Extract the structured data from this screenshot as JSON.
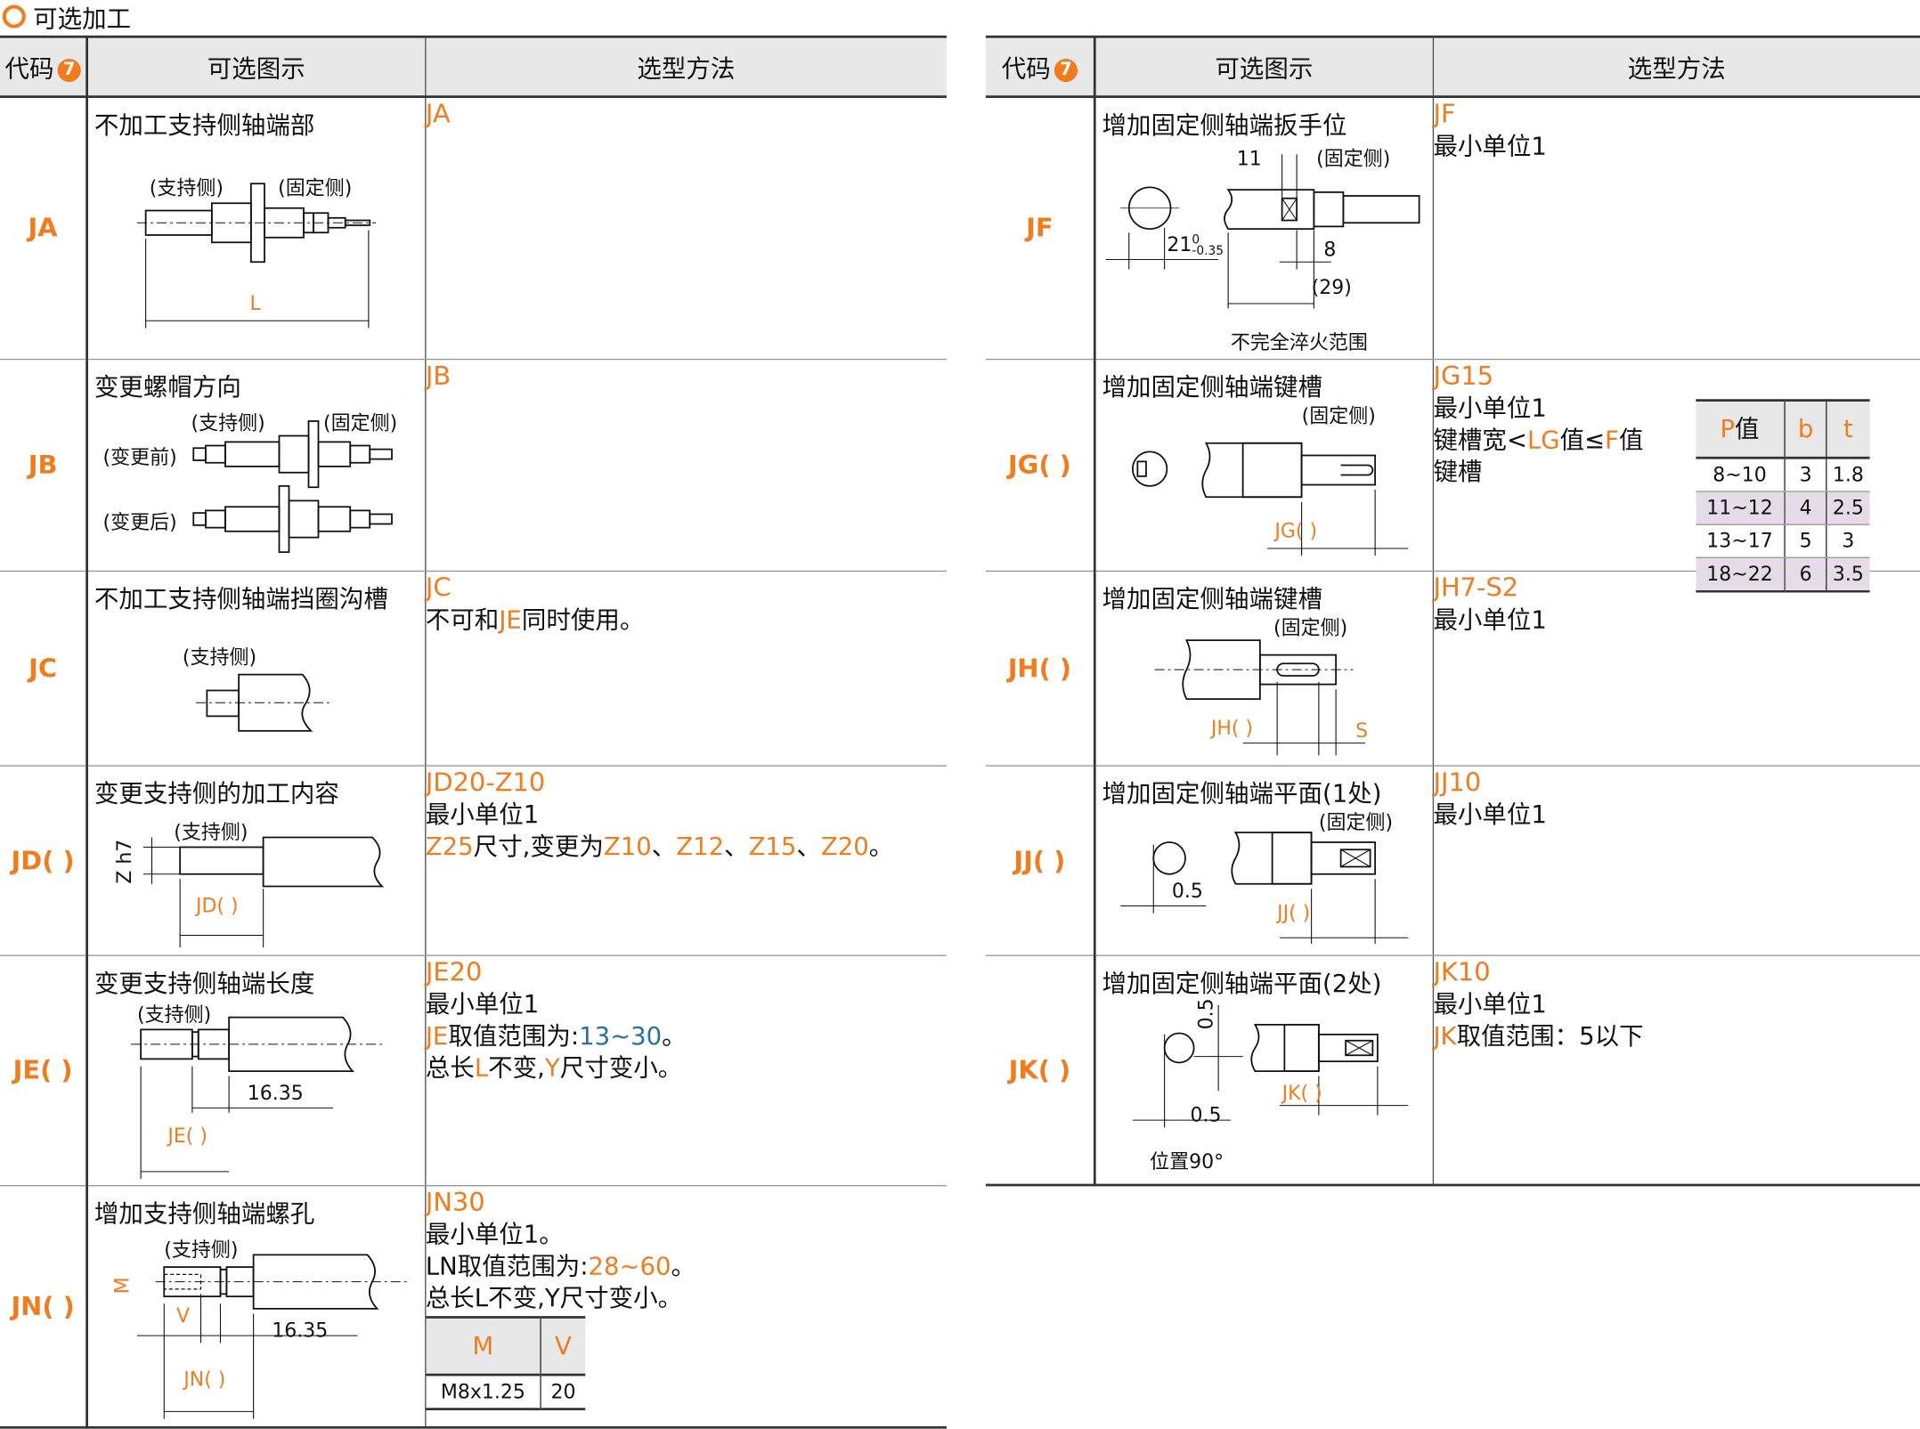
{
  "section_title": "可选加工",
  "header": {
    "code": "代码",
    "code_badge": "7",
    "figure": "可选图示",
    "method": "选型方法"
  },
  "colors": {
    "accent": "#f07c1e",
    "blue": "#2a6fa8",
    "row_alt": "#e5dbe9"
  },
  "left": [
    {
      "code": "JA",
      "title": "不加工支持侧轴端部",
      "labels": [
        "(支持侧)",
        "(固定侧)",
        "L"
      ],
      "method": [
        [
          {
            "t": "JA",
            "o": 1
          }
        ]
      ]
    },
    {
      "code": "JB",
      "title": "变更螺帽方向",
      "labels": [
        "(支持侧)",
        "(固定侧)",
        "(变更前)",
        "(变更后)"
      ],
      "method": [
        [
          {
            "t": "JB",
            "o": 1
          }
        ]
      ]
    },
    {
      "code": "JC",
      "title": "不加工支持侧轴端挡圈沟槽",
      "labels": [
        "(支持侧)"
      ],
      "method": [
        [
          {
            "t": "JC",
            "o": 1
          }
        ],
        [
          {
            "t": "不可和"
          },
          {
            "t": "JE",
            "o": 1
          },
          {
            "t": "同时使用。"
          }
        ]
      ]
    },
    {
      "code": "JD( )",
      "title": "变更支持侧的加工内容",
      "labels": [
        "(支持侧)",
        "Z h7",
        "JD( )"
      ],
      "method": [
        [
          {
            "t": "JD20-Z10",
            "o": 1
          }
        ],
        [
          {
            "t": "最小单位1"
          }
        ],
        [
          {
            "t": "Z25",
            "o": 1
          },
          {
            "t": "尺寸,变更为"
          },
          {
            "t": "Z10",
            "o": 1
          },
          {
            "t": "、"
          },
          {
            "t": "Z12",
            "o": 1
          },
          {
            "t": "、"
          },
          {
            "t": "Z15",
            "o": 1
          },
          {
            "t": "、"
          },
          {
            "t": "Z20",
            "o": 1
          },
          {
            "t": "。"
          }
        ]
      ]
    },
    {
      "code": "JE( )",
      "title": "变更支持侧轴端长度",
      "labels": [
        "(支持侧)",
        "16.35",
        "JE( )"
      ],
      "method": [
        [
          {
            "t": "JE20",
            "o": 1
          }
        ],
        [
          {
            "t": "最小单位1"
          }
        ],
        [
          {
            "t": "JE",
            "o": 1
          },
          {
            "t": "取值范围为:"
          },
          {
            "t": "13~30",
            "b": 1
          },
          {
            "t": "。"
          }
        ],
        [
          {
            "t": "总长"
          },
          {
            "t": "L",
            "o": 1
          },
          {
            "t": "不变,"
          },
          {
            "t": "Y",
            "o": 1
          },
          {
            "t": "尺寸变小。"
          }
        ]
      ]
    },
    {
      "code": "JN( )",
      "title": "增加支持侧轴端螺孔",
      "labels": [
        "(支持侧)",
        "M",
        "V",
        "16.35",
        "JN( )"
      ],
      "method": [
        [
          {
            "t": "JN30",
            "o": 1
          }
        ],
        [
          {
            "t": "最小单位1。"
          }
        ],
        [
          {
            "t": "LN取值范围为:"
          },
          {
            "t": "28~60",
            "o": 1
          },
          {
            "t": "。"
          }
        ],
        [
          {
            "t": "总长L不变,Y尺寸变小。"
          }
        ]
      ],
      "table": {
        "headers": [
          "M",
          "V"
        ],
        "rows": [
          [
            "M8x1.25",
            "20"
          ]
        ]
      }
    }
  ],
  "right": [
    {
      "code": "JF",
      "title": "增加固定侧轴端扳手位",
      "labels": [
        "11",
        "(固定侧)",
        "21",
        "0",
        "-0.35",
        "8",
        "(29)",
        "不完全淬火范围"
      ],
      "method": [
        [
          {
            "t": "JF",
            "o": 1
          }
        ],
        [
          {
            "t": "最小单位1"
          }
        ]
      ]
    },
    {
      "code": "JG( )",
      "title": "增加固定侧轴端键槽",
      "labels": [
        "(固定侧)",
        "JG( )"
      ],
      "method": [
        [
          {
            "t": "JG15",
            "o": 1
          }
        ],
        [
          {
            "t": "最小单位1"
          }
        ],
        [
          {
            "t": "键槽宽<"
          },
          {
            "t": "LG",
            "o": 1
          },
          {
            "t": "值≤"
          },
          {
            "t": "F",
            "o": 1
          },
          {
            "t": "值"
          }
        ],
        [
          {
            "t": "键槽"
          }
        ]
      ],
      "table": {
        "headers": [
          [
            "P",
            "值"
          ],
          "b",
          "t"
        ],
        "rows": [
          [
            "8~10",
            "3",
            "1.8"
          ],
          [
            "11~12",
            "4",
            "2.5"
          ],
          [
            "13~17",
            "5",
            "3"
          ],
          [
            "18~22",
            "6",
            "3.5"
          ]
        ]
      }
    },
    {
      "code": "JH( )",
      "title": "增加固定侧轴端键槽",
      "labels": [
        "(固定侧)",
        "JH( )",
        "S"
      ],
      "method": [
        [
          {
            "t": "JH7-S2",
            "o": 1
          }
        ],
        [
          {
            "t": "最小单位1"
          }
        ]
      ]
    },
    {
      "code": "JJ( )",
      "title": "增加固定侧轴端平面(1处)",
      "labels": [
        "(固定侧)",
        "0.5",
        "JJ( )"
      ],
      "method": [
        [
          {
            "t": "JJ10",
            "o": 1
          }
        ],
        [
          {
            "t": "最小单位1"
          }
        ]
      ]
    },
    {
      "code": "JK( )",
      "title": "增加固定侧轴端平面(2处)",
      "labels": [
        "0.5",
        "0.5",
        "JK( )",
        "位置90°"
      ],
      "method": [
        [
          {
            "t": "JK10",
            "o": 1
          }
        ],
        [
          {
            "t": "最小单位1"
          }
        ],
        [
          {
            "t": "JK",
            "o": 1
          },
          {
            "t": "取值范围：5以下"
          }
        ]
      ]
    }
  ]
}
